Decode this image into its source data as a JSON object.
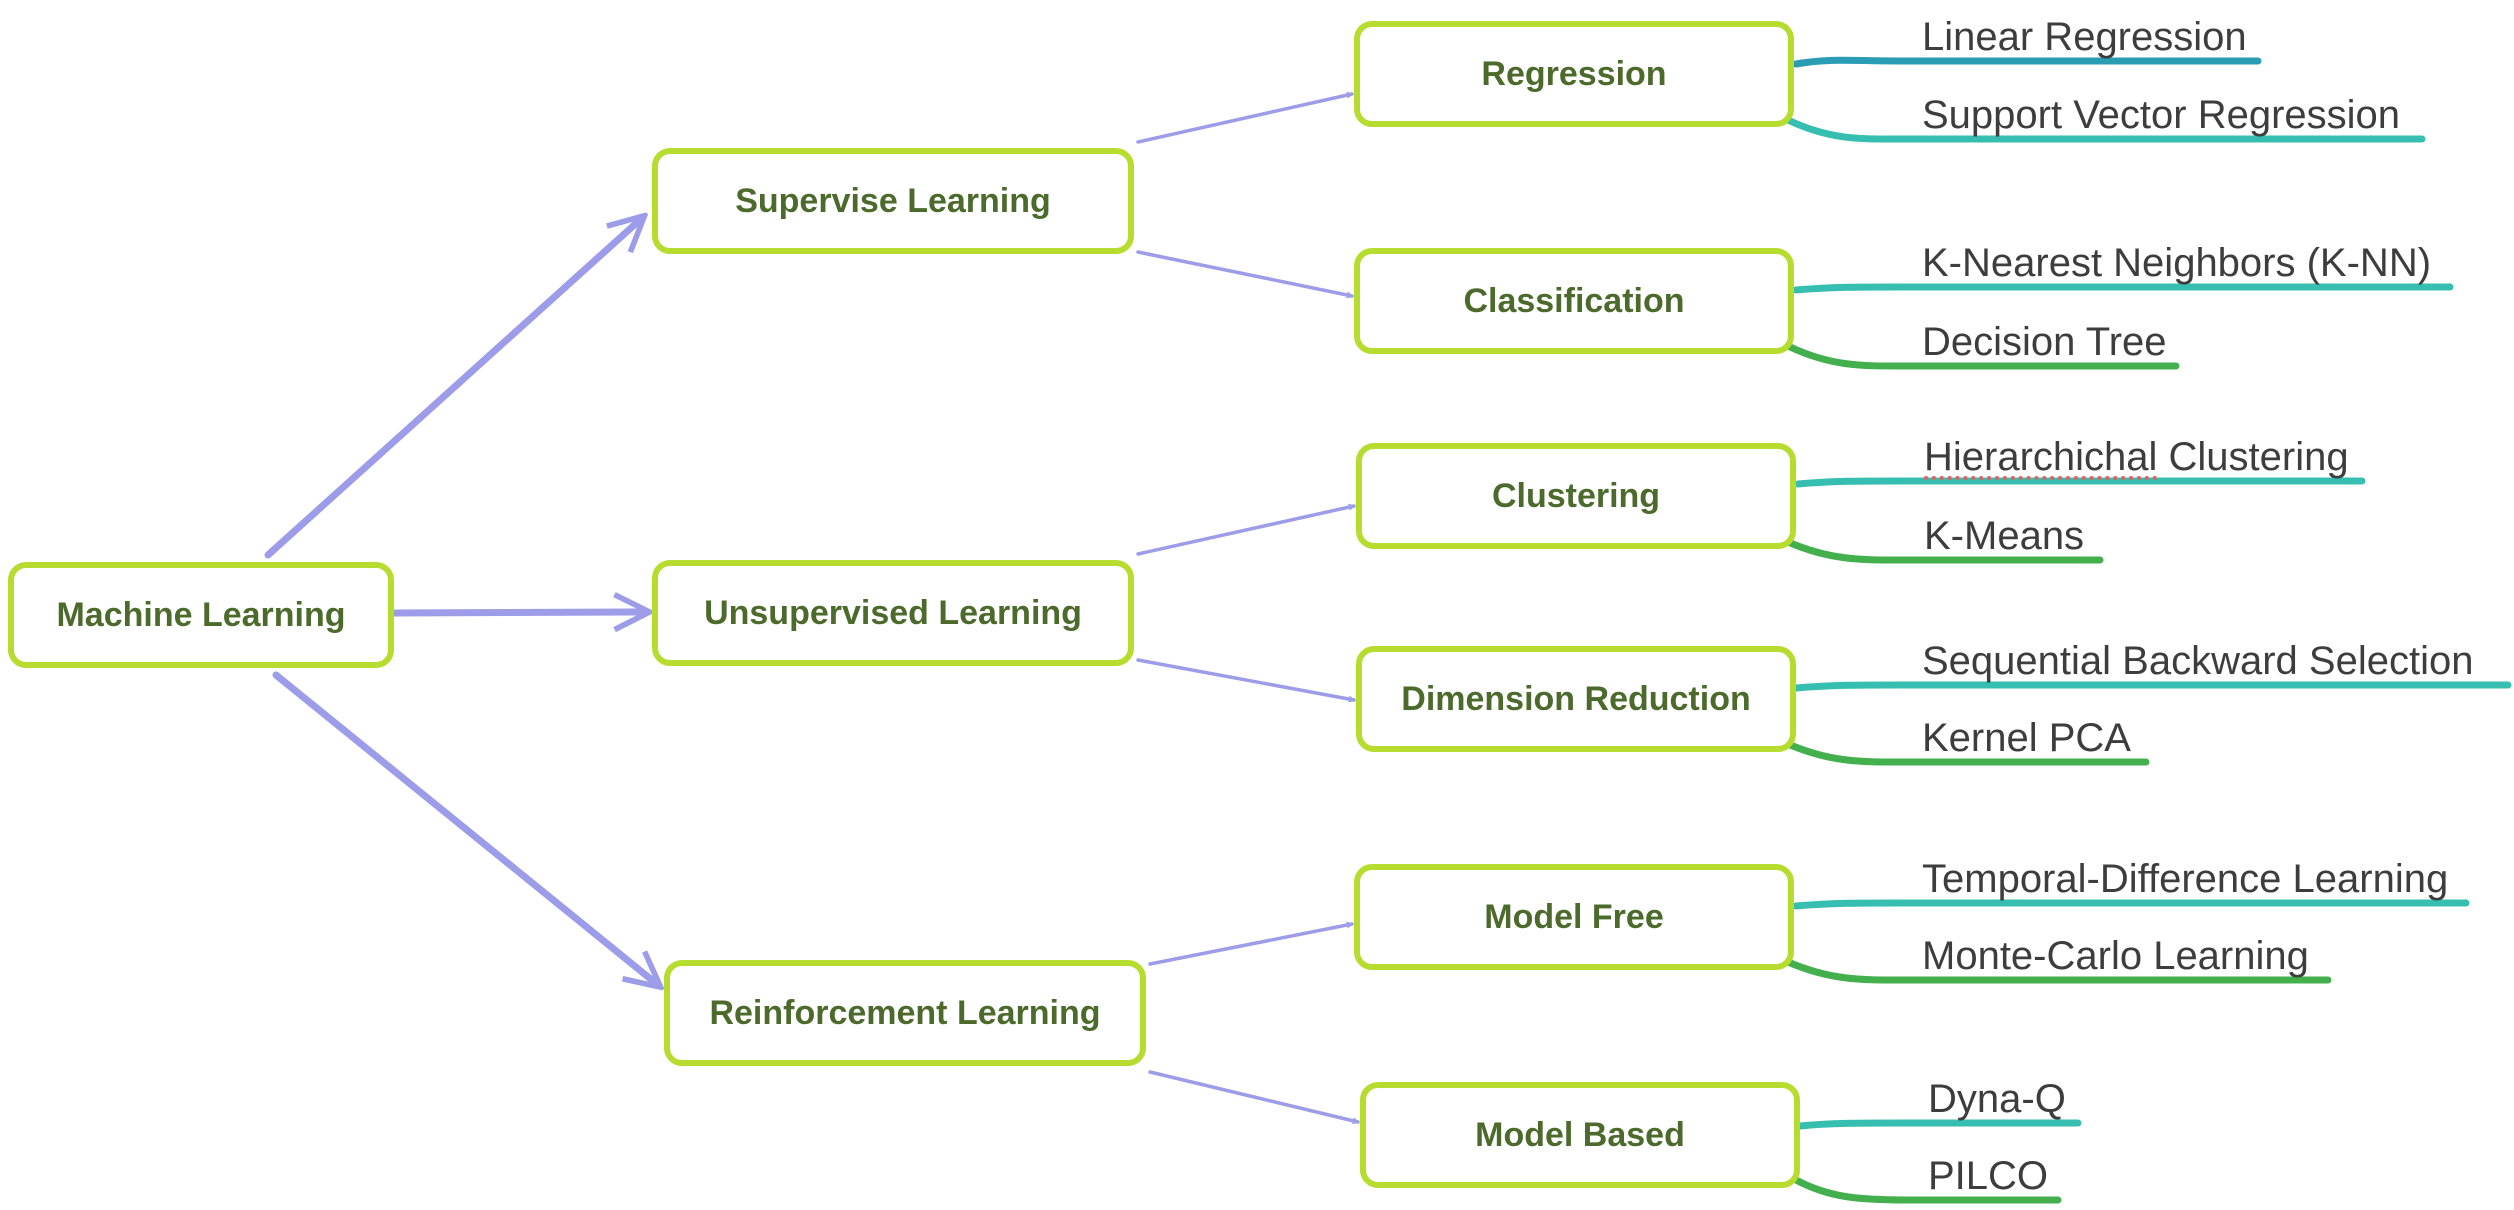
{
  "root": "Machine Learning",
  "level1": [
    "Supervise Learning",
    "Unsupervised Learning",
    "Reinforcement Learning"
  ],
  "level2": [
    "Regression",
    "Classification",
    "Clustering",
    "Dimension Reduction",
    "Model Free",
    "Model Based"
  ],
  "leaves": [
    "Linear Regression",
    "Support Vector Regression",
    "K-Nearest Neighbors (K-NN)",
    "Decision Tree",
    "Hierarchichal Clustering",
    "K-Means",
    "Sequential Backward Selection",
    "Kernel PCA",
    "Temporal-Difference Learning",
    "Monte-Carlo Learning",
    "Dyna-Q",
    "PILCO"
  ],
  "colors": {
    "node_border": "#b5dc2f",
    "node_text": "#4c6a2c",
    "arrow": "#9c9ce8",
    "branch_blue": "#2a9db5",
    "branch_teal": "#36bfb0",
    "branch_green": "#43b04d"
  }
}
